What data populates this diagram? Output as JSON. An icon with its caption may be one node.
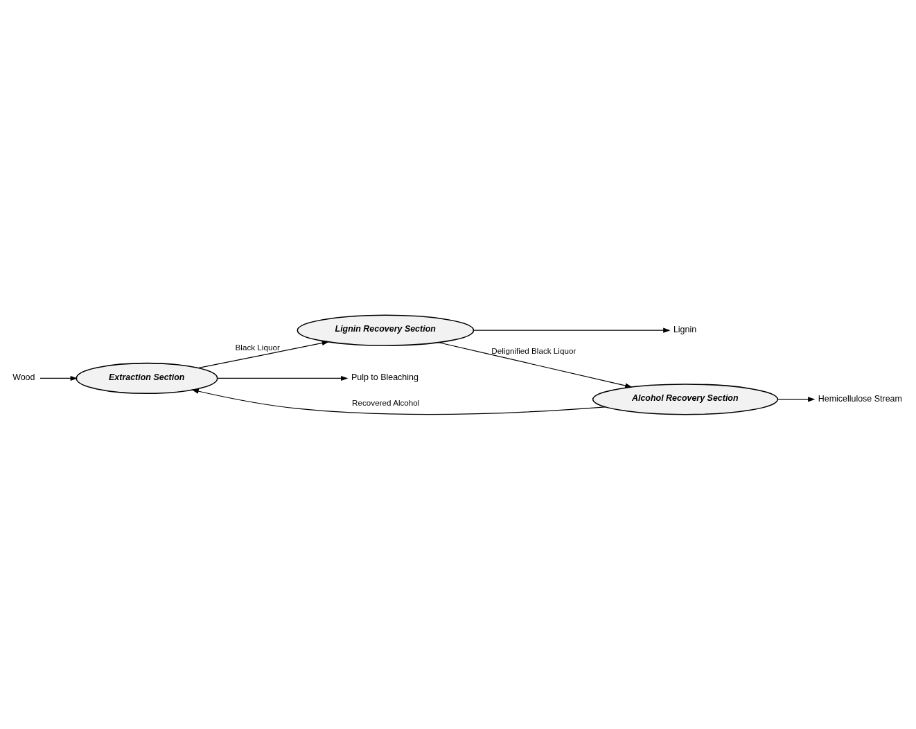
{
  "diagram": {
    "nodes": [
      {
        "text": [
          "Wood"
        ]
      },
      {
        "text": [
          "Extraction Section"
        ]
      },
      {
        "text": [
          "Lignin Recovery Section"
        ]
      },
      {
        "text": [
          "Lignin"
        ]
      },
      {
        "text": [
          "Alcohol Recovery Section"
        ]
      },
      {
        "text": [
          "Pulp to Bleaching"
        ]
      },
      {
        "text": [
          "Hemicellulose Stream"
        ]
      }
    ],
    "edges": [
      {
        "from": 0,
        "to": 1,
        "arrow": "to"
      },
      {
        "from": 1,
        "to": 2,
        "arrow": "to",
        "label": "Black Liquor"
      },
      {
        "from": 2,
        "to": 3,
        "arrow": "to"
      },
      {
        "from": 2,
        "to": 4,
        "arrow": "to",
        "label": "Delignified Black Liquor"
      },
      {
        "from": 4,
        "to": 1,
        "arrow": "to",
        "label": "Recovered Alcohol"
      },
      {
        "from": 1,
        "to": 5,
        "arrow": "to"
      },
      {
        "from": 4,
        "to": 6,
        "arrow": "to"
      }
    ]
  }
}
